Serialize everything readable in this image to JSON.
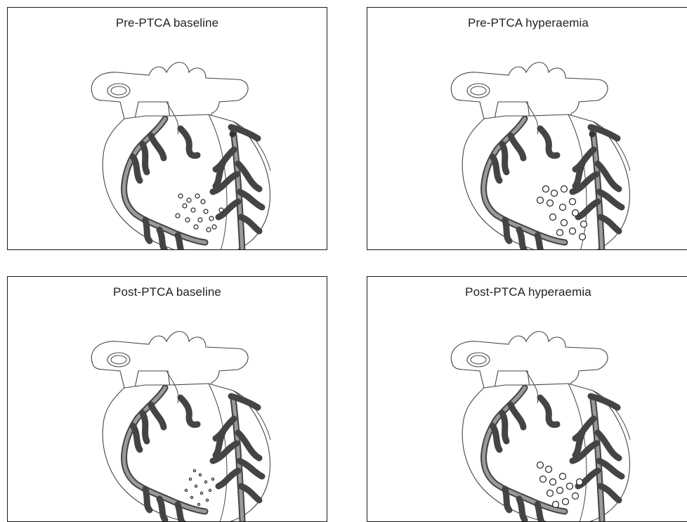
{
  "panels": [
    {
      "title": "Pre-PTCA baseline",
      "stenosis": true,
      "bubble_scale": "small",
      "state": "pre_baseline"
    },
    {
      "title": "Pre-PTCA hyperaemia",
      "stenosis": true,
      "bubble_scale": "large",
      "state": "pre_hyper"
    },
    {
      "title": "Post-PTCA baseline",
      "stenosis": false,
      "bubble_scale": "tiny",
      "state": "post_baseline"
    },
    {
      "title": "Post-PTCA hyperaemia",
      "stenosis": false,
      "bubble_scale": "large",
      "state": "post_hyper"
    }
  ]
}
